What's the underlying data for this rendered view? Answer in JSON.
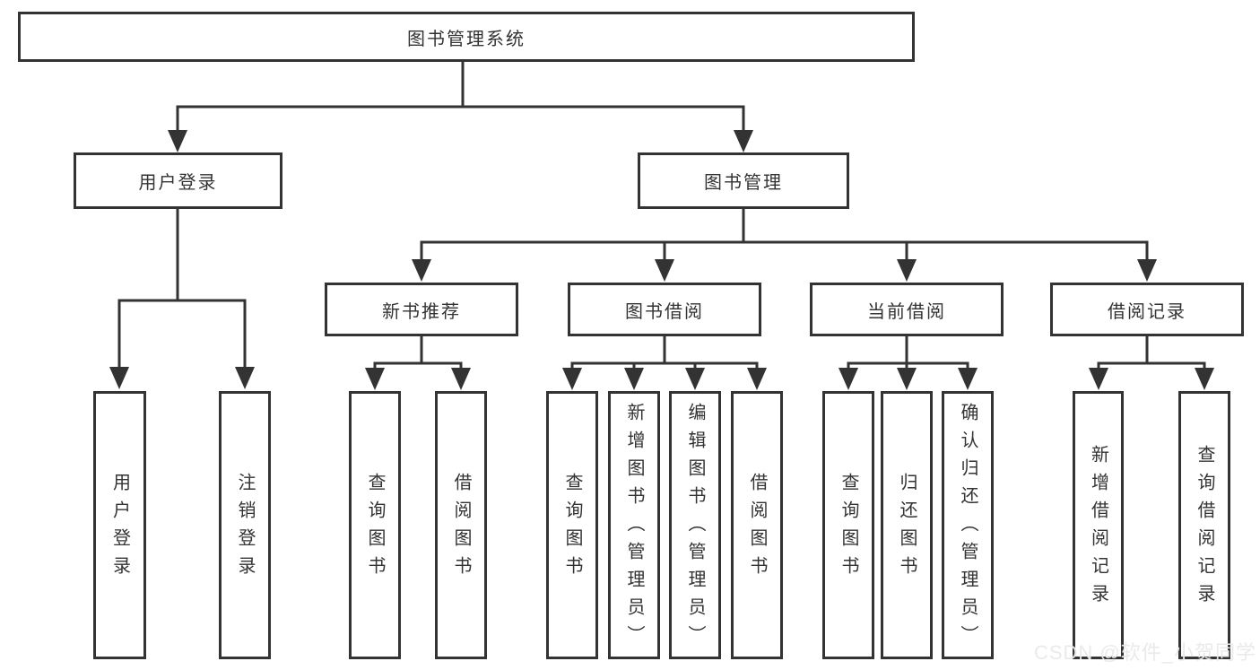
{
  "tree": {
    "root": "图书管理系统",
    "branches": [
      {
        "label": "用户登录",
        "children": [
          "用户登录",
          "注销登录"
        ]
      },
      {
        "label": "图书管理",
        "sections": [
          {
            "label": "新书推荐",
            "children": [
              "查询图书",
              "借阅图书"
            ]
          },
          {
            "label": "图书借阅",
            "children": [
              "查询图书",
              "新增图书（管理员）",
              "编辑图书（管理员）",
              "借阅图书"
            ]
          },
          {
            "label": "当前借阅",
            "children": [
              "查询图书",
              "归还图书",
              "确认归还（管理员）"
            ]
          },
          {
            "label": "借阅记录",
            "children": [
              "新增借阅记录",
              "查询借阅记录"
            ]
          }
        ]
      }
    ]
  },
  "watermark": {
    "text": "CSDN @软件_小贺同学"
  },
  "colors": {
    "line": "#333333",
    "text": "#333333",
    "background": "#ffffff",
    "watermark": "#e9e9eb"
  }
}
